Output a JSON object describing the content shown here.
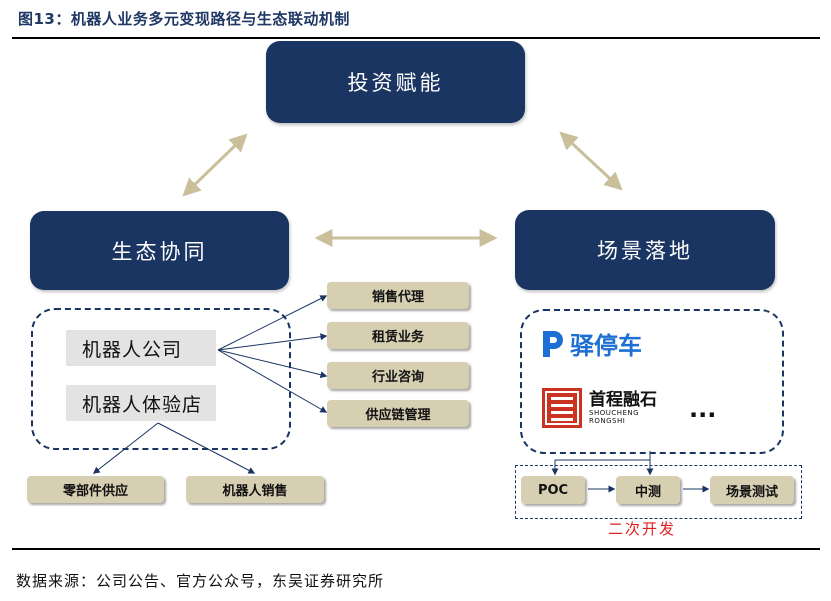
{
  "title": "图13：机器人业务多元变现路径与生态联动机制",
  "nodes": {
    "investment": "投资赋能",
    "ecosystem": "生态协同",
    "scenario": "场景落地"
  },
  "ecosystem_group": {
    "items": [
      "机器人公司",
      "机器人体验店"
    ],
    "services": [
      "销售代理",
      "租赁业务",
      "行业咨询",
      "供应链管理"
    ],
    "bottom": [
      "零部件供应",
      "机器人销售"
    ]
  },
  "scenario_group": {
    "partners": [
      {
        "name": "驿停车",
        "icon": "yitingche-logo-icon"
      },
      {
        "name_cn": "首程融石",
        "name_en_1": "SHOUCHENG",
        "name_en_2": "RONGSHI",
        "icon": "shoucheng-logo-icon"
      }
    ],
    "more": "...",
    "stages": [
      "POC",
      "中测",
      "场景测试"
    ],
    "stages_caption": "二次开发"
  },
  "source": "数据来源：公司公告、官方公众号，东吴证券研究所",
  "colors": {
    "navy": "#1a3561",
    "tan": "#d6cfb2",
    "arrow_tan": "#c9bf9a",
    "red": "#e02020",
    "logo_blue": "#1d6fd3",
    "logo_red": "#c9331f"
  }
}
